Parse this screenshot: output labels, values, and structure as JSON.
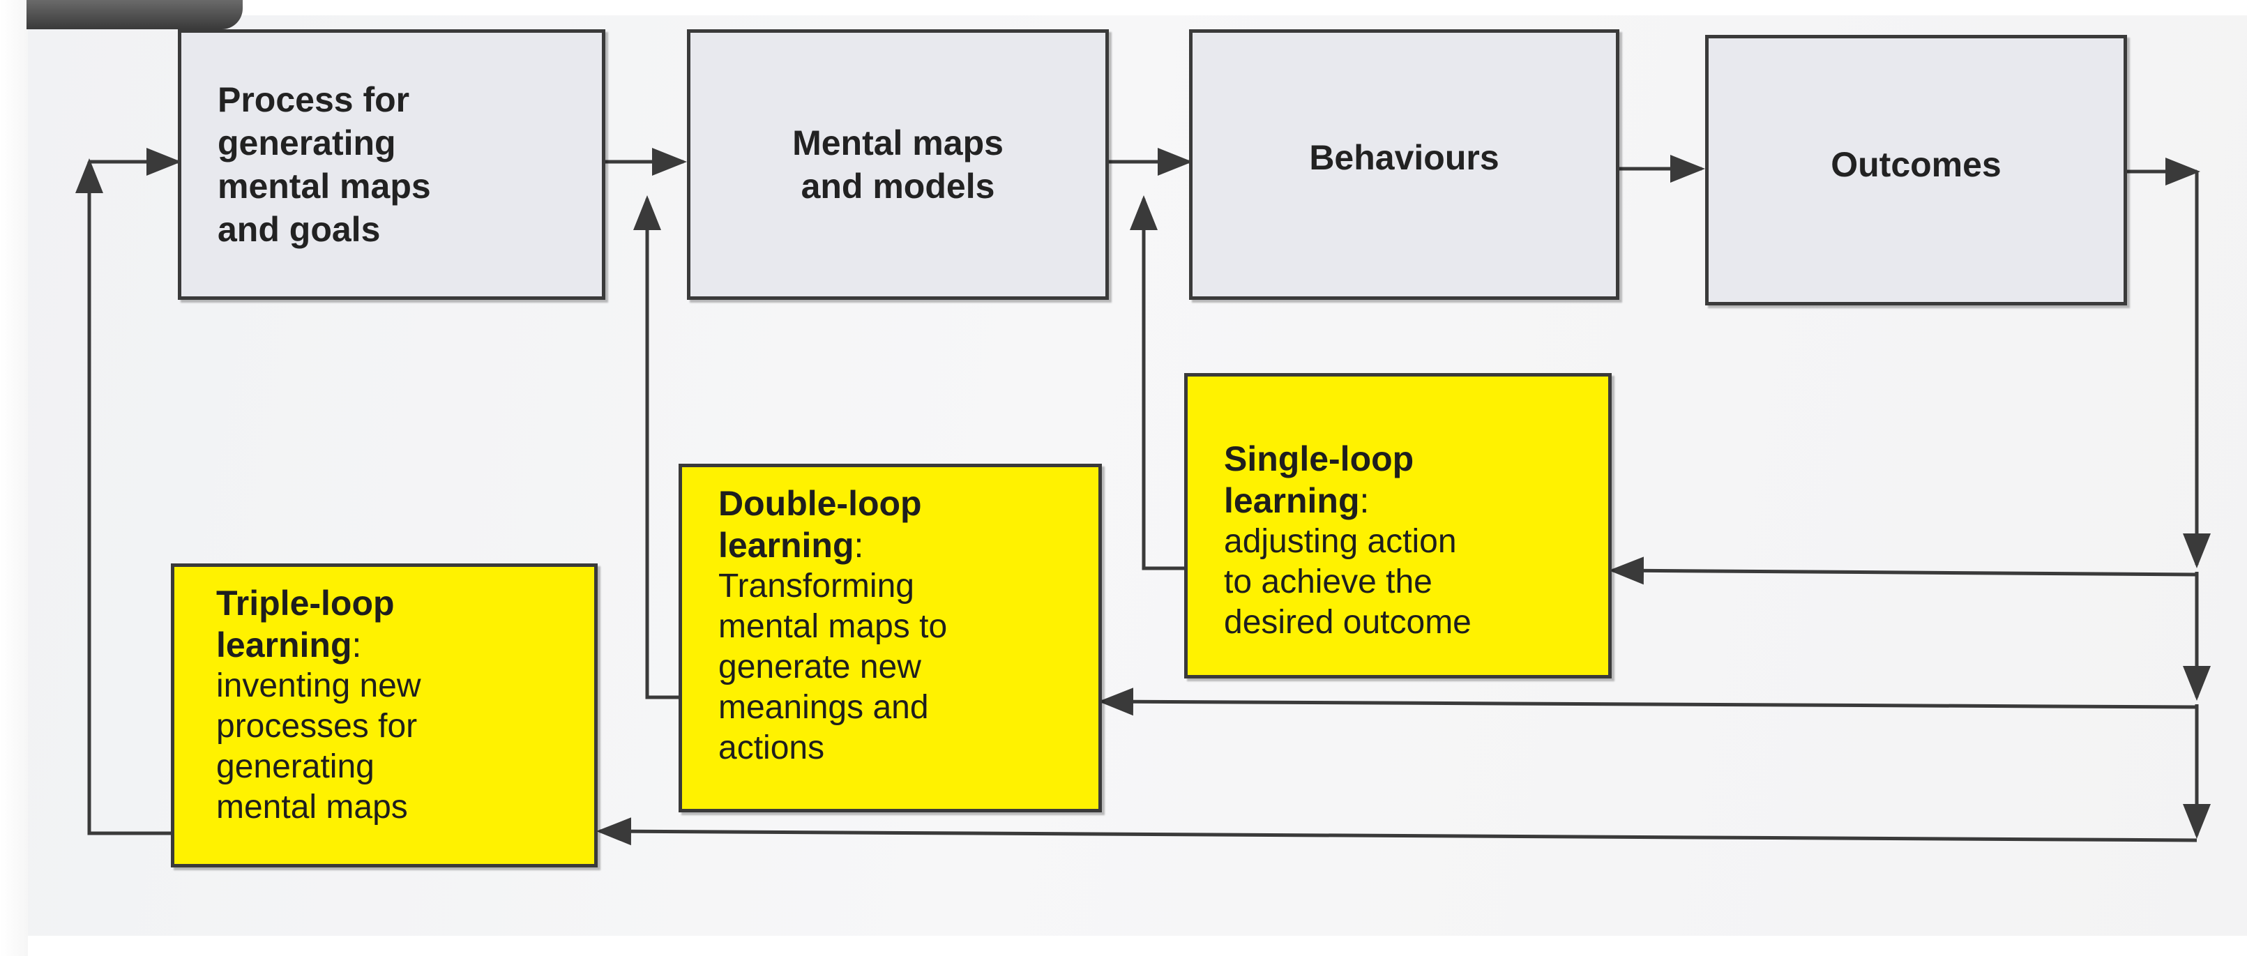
{
  "diagram": {
    "process_box": "Process for\ngenerating\nmental maps\nand goals",
    "mental_box": "Mental maps\nand models",
    "behaviours_box": "Behaviours",
    "outcomes_box": "Outcomes",
    "single_loop": {
      "heading": "Single-loop\nlearning",
      "colon": ":",
      "text": "adjusting action\nto achieve the\ndesired outcome"
    },
    "double_loop": {
      "heading": "Double-loop\nlearning",
      "colon": ":",
      "text": "Transforming\nmental maps to\ngenerate new\nmeanings and\nactions"
    },
    "triple_loop": {
      "heading": "Triple-loop\nlearning",
      "colon": ":",
      "text": "inventing new\nprocesses for\ngenerating\nmental maps"
    },
    "colors": {
      "grey_box": "#e8e9ee",
      "loop_box": "#fff200",
      "line": "#3a3a3a"
    }
  }
}
